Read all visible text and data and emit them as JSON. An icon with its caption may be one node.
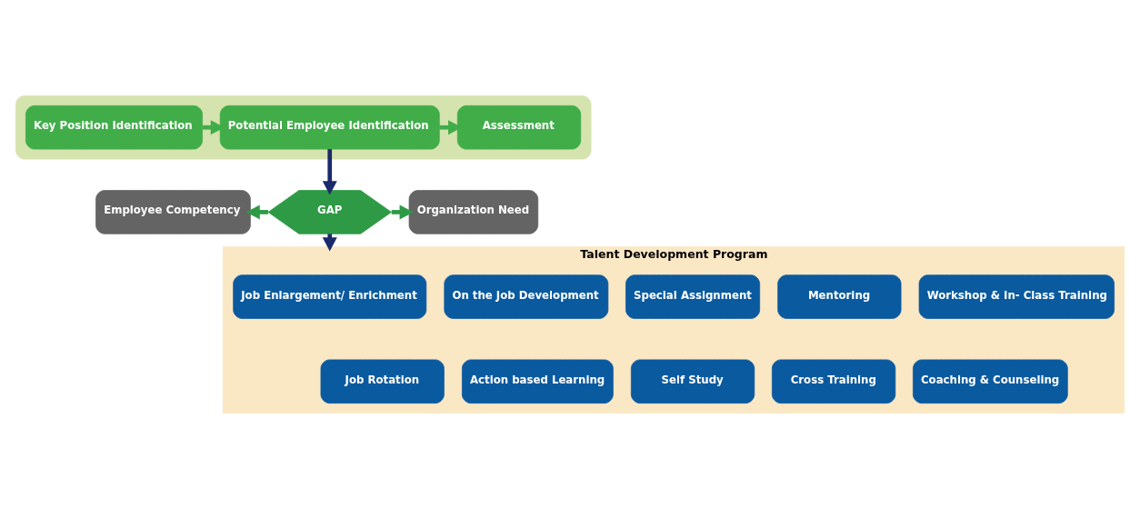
{
  "diagram": {
    "nodes": [
      {
        "text": [],
        "shape": "box"
      },
      {
        "text": [
          "Key Position Identification"
        ],
        "in": 0
      },
      {
        "text": [
          "Potential Employee Identification"
        ],
        "in": 0
      },
      {
        "text": [
          "Assessment"
        ],
        "in": 0
      },
      {
        "text": [
          "Employee Competency"
        ]
      },
      {
        "text": [
          "GAP"
        ]
      },
      {
        "text": [
          "Organization Need"
        ]
      },
      {
        "text": [
          "Talent Development Program"
        ]
      },
      {
        "text": [
          "Job Enlargement/ Enrichment"
        ],
        "in": 7
      },
      {
        "text": [
          "On the Job Development"
        ],
        "in": 7
      },
      {
        "text": [
          "Special Assignment"
        ],
        "in": 7
      },
      {
        "text": [
          "Mentoring"
        ],
        "in": 7
      },
      {
        "text": [
          "Workshop & In- Class Training"
        ],
        "in": 7
      },
      {
        "text": [
          "Job Rotation"
        ],
        "in": 7
      },
      {
        "text": [
          "Action based Learning"
        ],
        "in": 7
      },
      {
        "text": [
          "Self Study"
        ],
        "in": 7
      },
      {
        "text": [
          "Cross Training"
        ],
        "in": 7
      },
      {
        "text": [
          "Coaching & Counseling"
        ],
        "in": 7
      }
    ],
    "edges": [
      {
        "from": 1,
        "to": 2,
        "arrow": "to",
        "color": "#41ad49"
      },
      {
        "from": 2,
        "to": 3,
        "arrow": "to",
        "color": "#41ad49"
      },
      {
        "from": 2,
        "to": 5,
        "arrow": "to",
        "color": "#1b2a6b"
      },
      {
        "from": 5,
        "to": 4,
        "arrow": "to",
        "color": "#2e9a45"
      },
      {
        "from": 5,
        "to": 6,
        "arrow": "to",
        "color": "#2e9a45"
      },
      {
        "from": 5,
        "to": 7,
        "arrow": "to",
        "color": "#1b2a6b"
      }
    ]
  }
}
